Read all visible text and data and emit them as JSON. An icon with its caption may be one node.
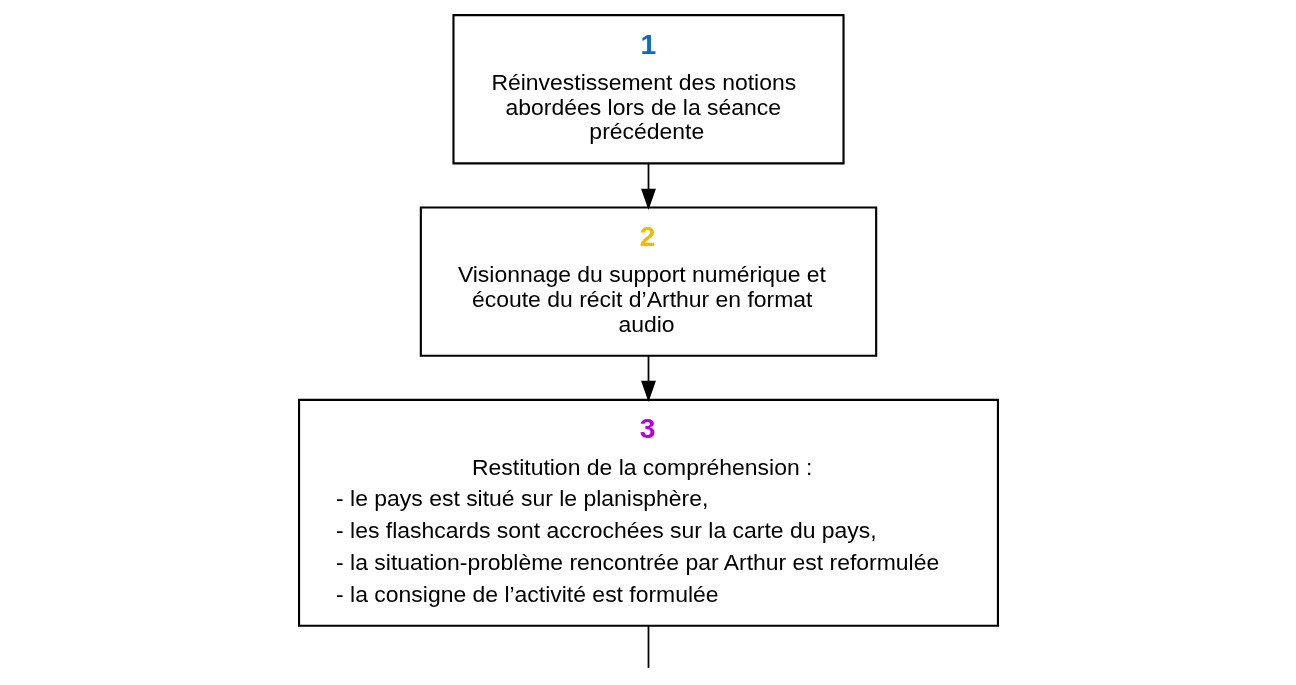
{
  "diagram": {
    "nodes": [
      {
        "text": [
          "1",
          "Réinvestissement des notions abordées lors de la séance précédente"
        ]
      },
      {
        "text": [
          "2",
          "Visionnage du support numérique et écoute du récit d’Arthur en format audio"
        ]
      },
      {
        "text": [
          "3",
          "Restitution de la compréhension :",
          "- le pays est situé sur le planisphère,",
          "- les flashcards sont accrochées sur la carte du pays,",
          "- la situation-problème rencontrée par Arthur est reformulée",
          "- la consigne de l’activité est formulée"
        ]
      }
    ],
    "edges": [
      {
        "from": 0,
        "to": 1,
        "arrow": "to"
      },
      {
        "from": 1,
        "to": 2,
        "arrow": "to"
      },
      {
        "from": 2,
        "to": null,
        "arrow": "none"
      }
    ]
  }
}
